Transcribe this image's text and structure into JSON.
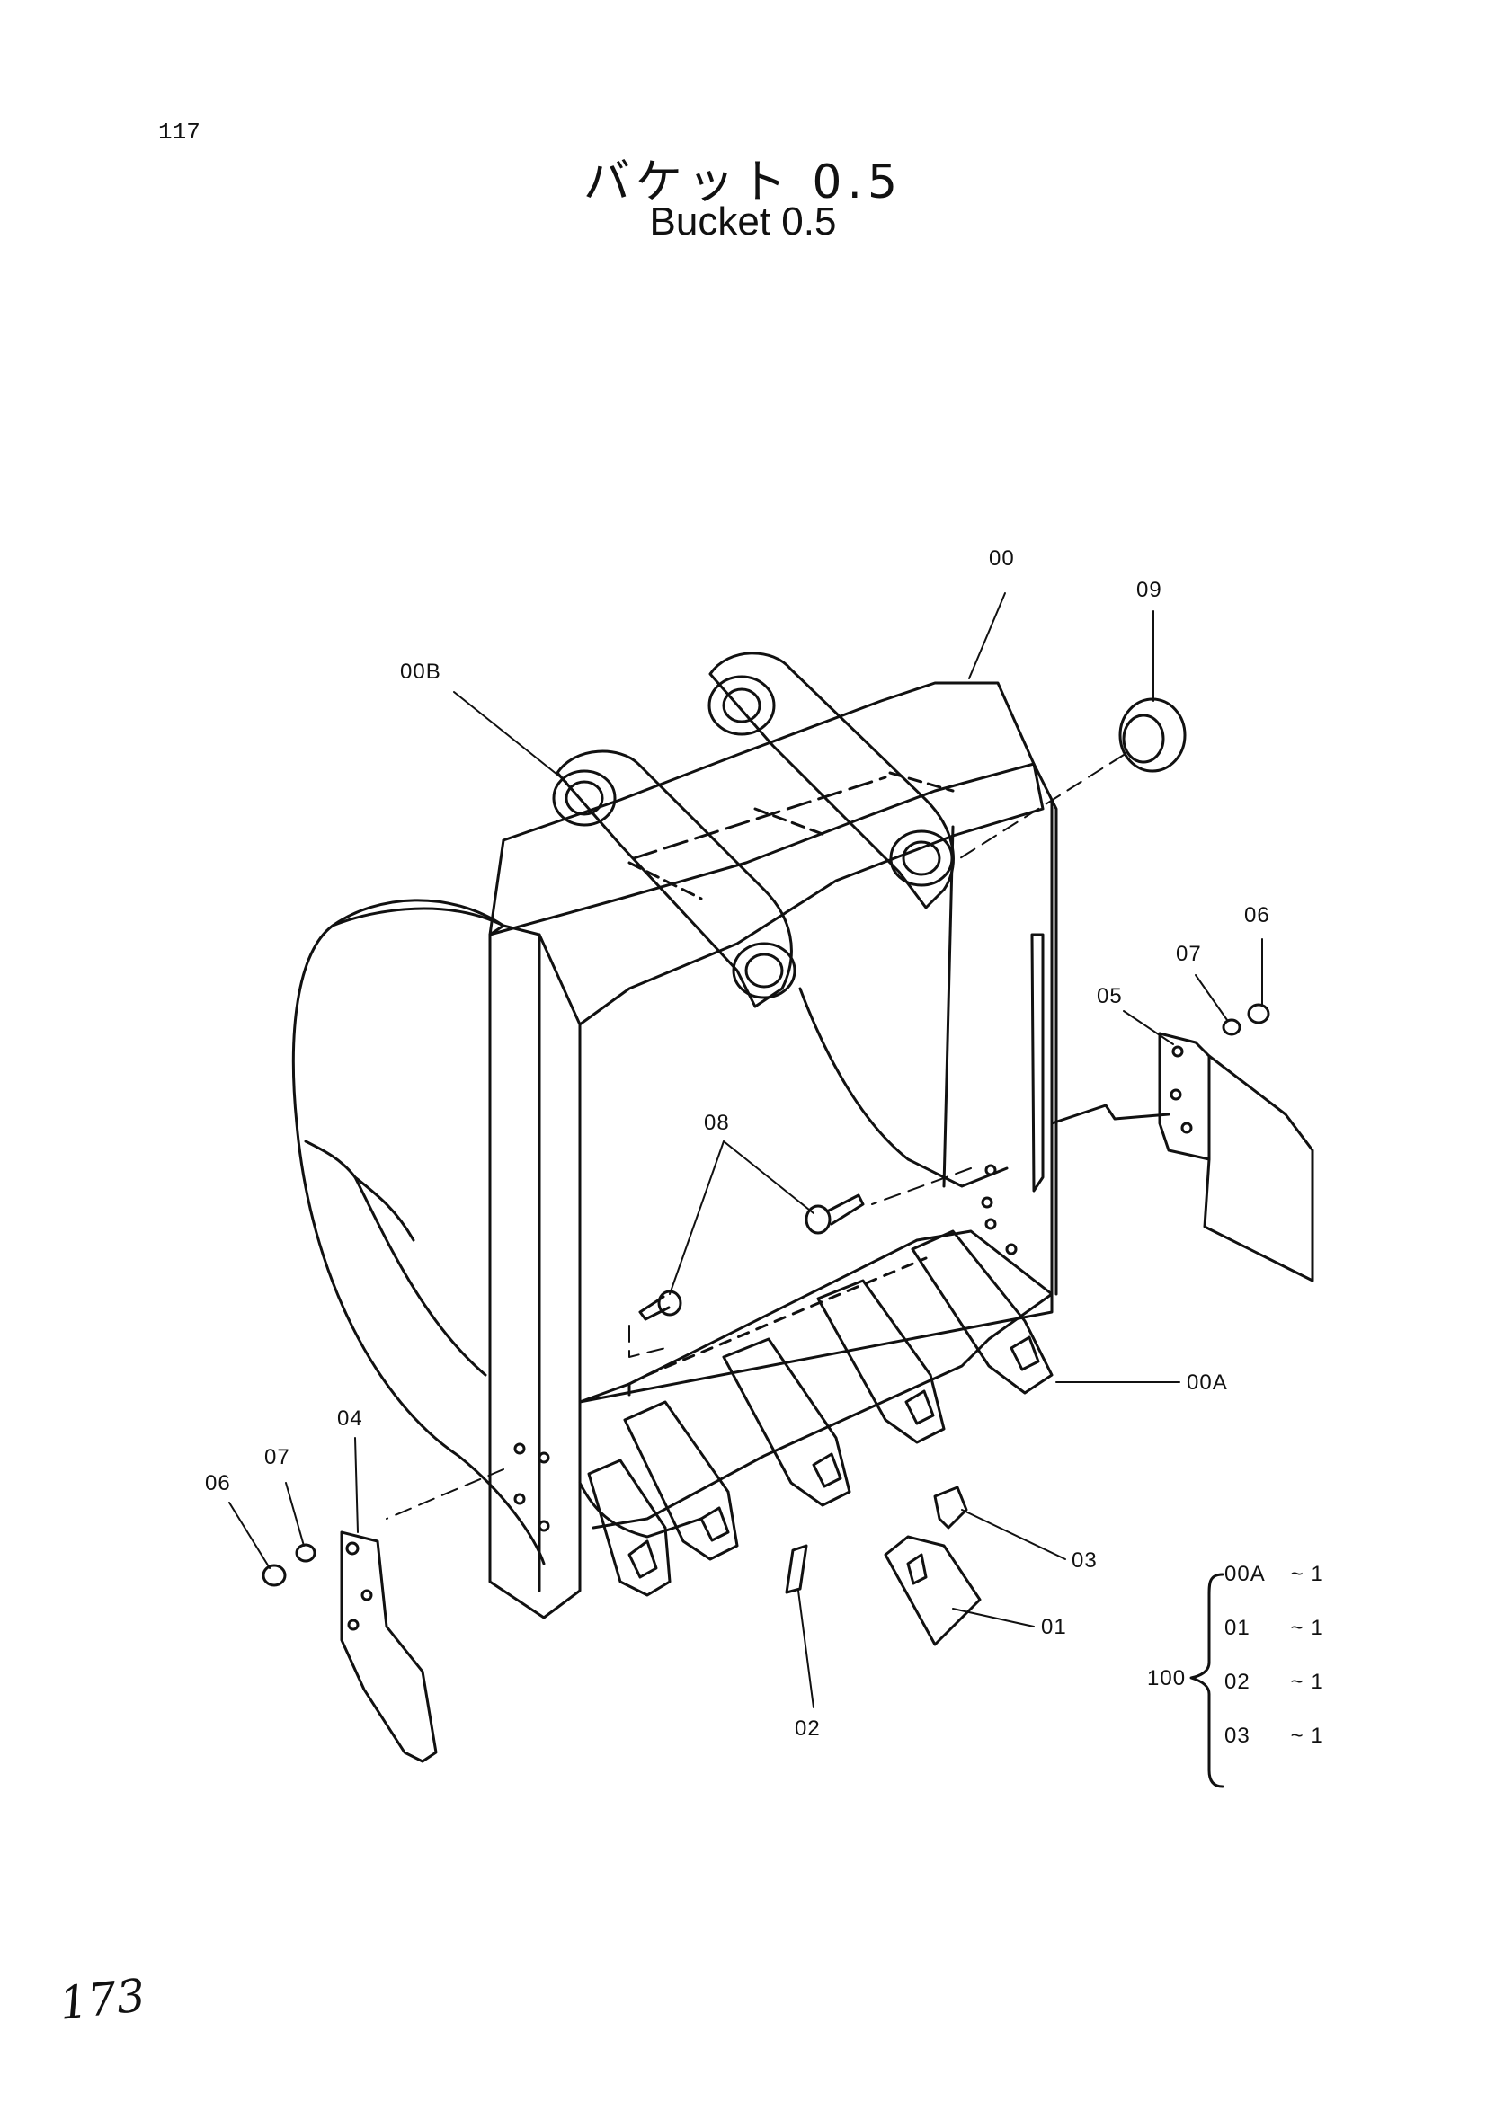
{
  "page_number": "117",
  "title_ja": "バケット 0.5",
  "title_en": "Bucket 0.5",
  "part_labels": {
    "p00": "00",
    "p09": "09",
    "p00B": "00B",
    "p06_right": "06",
    "p07_right": "07",
    "p05": "05",
    "p08": "08",
    "p00A": "00A",
    "p04": "04",
    "p07_left": "07",
    "p06_left": "06",
    "p03": "03",
    "p01": "01",
    "p02": "02"
  },
  "kit": {
    "number": "100",
    "items": [
      {
        "part": "00A",
        "qty": "~ 1"
      },
      {
        "part": "01",
        "qty": "~ 1"
      },
      {
        "part": "02",
        "qty": "~ 1"
      },
      {
        "part": "03",
        "qty": "~ 1"
      }
    ]
  },
  "handwritten_note": "173"
}
